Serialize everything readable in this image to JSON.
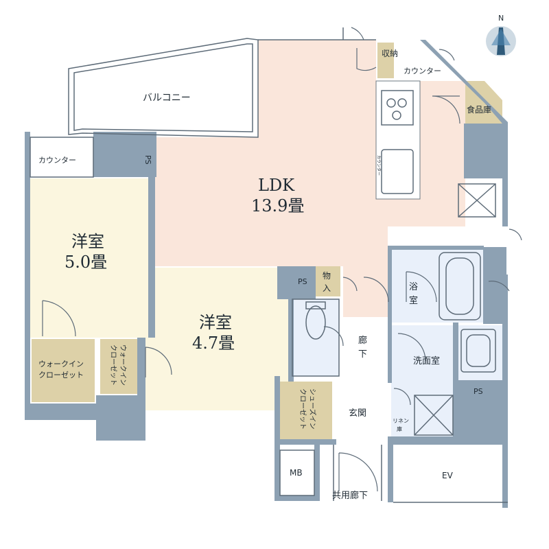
{
  "compass": {
    "letter": "N",
    "icon": "north-arrow-icon"
  },
  "rooms": {
    "balcony": "バルコニー",
    "ldk": {
      "name": "LDK",
      "size": "13.9畳"
    },
    "storage": "収納",
    "counter_kitchen": "カウンター",
    "counter_vertical": "カウンター",
    "pantry": "食品庫",
    "counter_west": "カウンター",
    "ps_west": "PS",
    "western1": {
      "name": "洋室",
      "size": "5.0畳"
    },
    "western2": {
      "name": "洋室",
      "size": "4.7畳"
    },
    "walkin_closet1": [
      "ウォークイン",
      "クローゼット"
    ],
    "walkin_closet2": [
      "ウォークイン",
      "クローゼット"
    ],
    "ps_center": "PS",
    "monoire": [
      "物",
      "入"
    ],
    "bath": [
      "浴",
      "室"
    ],
    "hallway": [
      "廊",
      "下"
    ],
    "washroom": "洗面室",
    "ps_east": "PS",
    "shoes_closet": [
      "シューズイン",
      "クローゼット"
    ],
    "entrance": "玄関",
    "linen": [
      "リネン",
      "庫"
    ],
    "mb": "MB",
    "ev": "EV",
    "common_corridor": "共用廊下"
  },
  "colors": {
    "wall": "#8da1b3",
    "ldk": "#fae6db",
    "western": "#fbf6df",
    "closet": "#ddd1a8",
    "wet": "#e9f0fa",
    "line": "#5d6b78"
  }
}
